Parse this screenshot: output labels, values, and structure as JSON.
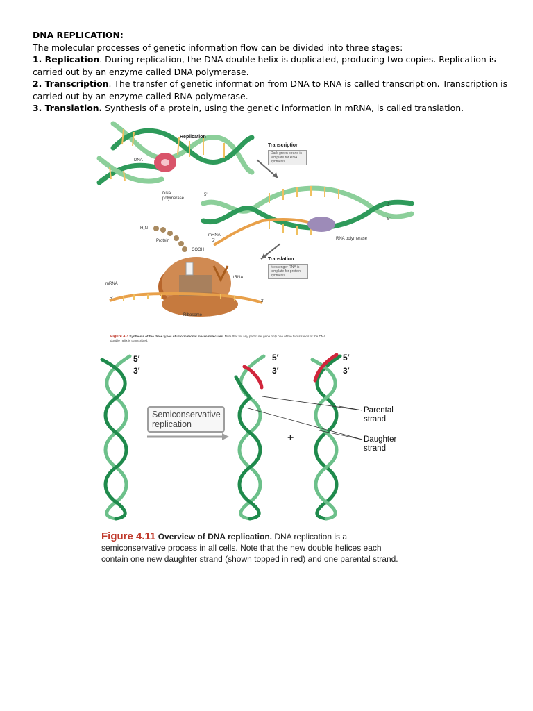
{
  "intro": {
    "heading": "DNA REPLICATION:",
    "lead": "The molecular processes of genetic information flow can be divided into three stages:",
    "stages": [
      {
        "number": "1.",
        "term": "Replication",
        "sep": ".",
        "text": " During replication, the DNA double helix is duplicated, producing two copies. Replication is carried out by an enzyme called DNA polymerase."
      },
      {
        "number": "2.",
        "term": "Transcription",
        "sep": ".",
        "text": " The transfer of genetic information from DNA to RNA is called transcription. Transcription is carried out by an enzyme called RNA polymerase."
      },
      {
        "number": "3.",
        "term": "Translation.",
        "sep": "",
        "text": " Synthesis of a protein, using the genetic information in mRNA, is called translation."
      }
    ]
  },
  "figure_4_3": {
    "labels": {
      "replication": "Replication",
      "dna": "DNA",
      "dna_polymerase": "DNA polymerase",
      "transcription": "Transcription",
      "transcription_note": "Dark green strand is template for RNA synthesis.",
      "rna_polymerase": "RNA polymerase",
      "five_prime": "5'",
      "three_prime": "3'",
      "mrna": "mRNA",
      "h2n": "H₂N",
      "protein": "Protein",
      "cooh": "COOH",
      "trna": "tRNA",
      "ribosome": "Ribosome",
      "translation": "Translation",
      "translation_note": "Messenger RNA is template for protein synthesis."
    },
    "caption": {
      "number": "Figure 4.3",
      "title": "Synthesis of the three types of informational macromolecules.",
      "text": " Note that for any particular gene only one of the two strands of the DNA double helix is transcribed."
    },
    "colors": {
      "dna_light": "#8ccf9a",
      "dna_dark": "#2e9a5a",
      "rna": "#e8a04a",
      "ribosome": "#c8763e",
      "polymerase": "#d9546a"
    }
  },
  "figure_4_11": {
    "five_prime": "5′",
    "three_prime": "3′",
    "semiconservative_label": "Semiconservative replication",
    "plus": "+",
    "parental_strand": "Parental strand",
    "daughter_strand": "Daughter strand",
    "caption": {
      "number": "Figure 4.11",
      "title": "Overview of DNA replication.",
      "text": " DNA replication is a semiconservative process in all cells. Note that the new double helices each contain one new daughter strand (shown topped in red) and one parental strand."
    },
    "colors": {
      "strand_light": "#6cc08a",
      "strand_dark": "#1f8a4c",
      "daughter_top": "#d1263c"
    }
  }
}
